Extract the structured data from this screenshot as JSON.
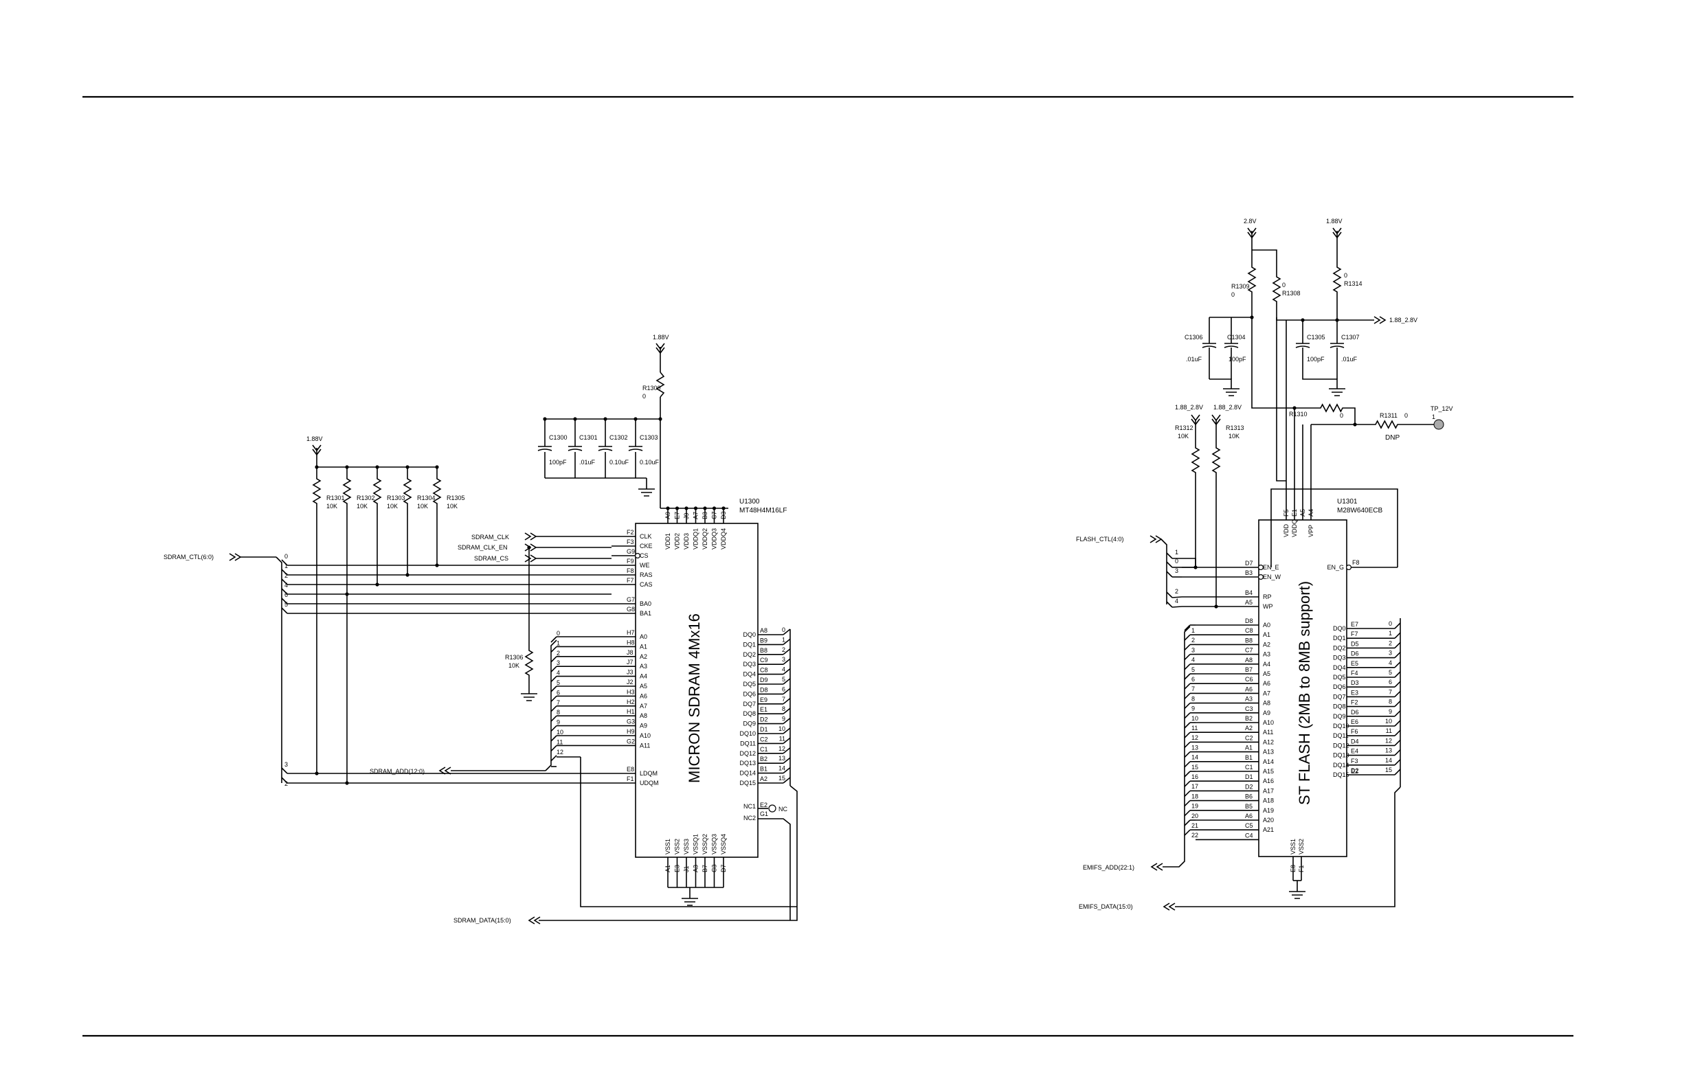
{
  "rails": {
    "v188": "1.88V",
    "v28": "2.8V",
    "v188_28": "1.88_2.8V",
    "tp12v": "TP_12V",
    "dnp": "DNP",
    "one": "1"
  },
  "sdram": {
    "ref": "U1300",
    "part": "MT48H4M16LF",
    "title": "MICRON SDRAM 4Mx16",
    "power_pins": [
      "A9",
      "E7",
      "J9",
      "A7",
      "B3",
      "C7",
      "D3"
    ],
    "power_names": [
      "VDD1",
      "VDD2",
      "VDD3",
      "VDDQ1",
      "VDDQ2",
      "VDDQ3",
      "VDDQ4"
    ],
    "gnd_pins": [
      "A1",
      "E3",
      "J1",
      "A3",
      "B7",
      "C3",
      "D7"
    ],
    "gnd_names": [
      "VSS1",
      "VSS2",
      "VSS3",
      "VSSQ1",
      "VSSQ2",
      "VSSQ3",
      "VSSQ4"
    ],
    "ctl_pins": [
      {
        "pin": "F2",
        "name": "CLK"
      },
      {
        "pin": "F3",
        "name": "CKE"
      },
      {
        "pin": "G9",
        "name": "CS"
      },
      {
        "pin": "F9",
        "name": "WE"
      },
      {
        "pin": "F8",
        "name": "RAS"
      },
      {
        "pin": "F7",
        "name": "CAS"
      },
      {
        "pin": "G7",
        "name": "BA0"
      },
      {
        "pin": "G8",
        "name": "BA1"
      }
    ],
    "addr_pins": [
      {
        "pin": "H7",
        "name": "A0"
      },
      {
        "pin": "H8",
        "name": "A1"
      },
      {
        "pin": "J8",
        "name": "A2"
      },
      {
        "pin": "J7",
        "name": "A3"
      },
      {
        "pin": "J3",
        "name": "A4"
      },
      {
        "pin": "J2",
        "name": "A5"
      },
      {
        "pin": "H3",
        "name": "A6"
      },
      {
        "pin": "H2",
        "name": "A7"
      },
      {
        "pin": "H1",
        "name": "A8"
      },
      {
        "pin": "G3",
        "name": "A9"
      },
      {
        "pin": "H9",
        "name": "A10"
      },
      {
        "pin": "G2",
        "name": "A11"
      }
    ],
    "mask_pins": [
      {
        "pin": "E8",
        "name": "LDQM"
      },
      {
        "pin": "F1",
        "name": "UDQM"
      }
    ],
    "dq_pins": [
      {
        "pin": "A8",
        "name": "DQ0"
      },
      {
        "pin": "B9",
        "name": "DQ1"
      },
      {
        "pin": "B8",
        "name": "DQ2"
      },
      {
        "pin": "C9",
        "name": "DQ3"
      },
      {
        "pin": "C8",
        "name": "DQ4"
      },
      {
        "pin": "D9",
        "name": "DQ5"
      },
      {
        "pin": "D8",
        "name": "DQ6"
      },
      {
        "pin": "E9",
        "name": "DQ7"
      },
      {
        "pin": "E1",
        "name": "DQ8"
      },
      {
        "pin": "D2",
        "name": "DQ9"
      },
      {
        "pin": "D1",
        "name": "DQ10"
      },
      {
        "pin": "C2",
        "name": "DQ11"
      },
      {
        "pin": "C1",
        "name": "DQ12"
      },
      {
        "pin": "B2",
        "name": "DQ13"
      },
      {
        "pin": "B1",
        "name": "DQ14"
      },
      {
        "pin": "A2",
        "name": "DQ15"
      }
    ],
    "nc_pins": [
      {
        "pin": "E2",
        "name": "NC1"
      },
      {
        "pin": "G1",
        "name": "NC2"
      }
    ],
    "nc_label": "NC"
  },
  "sdram_caps": [
    {
      "ref": "C1300",
      "value": "100pF"
    },
    {
      "ref": "C1301",
      "value": ".01uF"
    },
    {
      "ref": "C1302",
      "value": "0.10uF"
    },
    {
      "ref": "C1303",
      "value": "0.10uF"
    }
  ],
  "sdram_resistors": [
    {
      "ref": "R1301",
      "value": "10K"
    },
    {
      "ref": "R1302",
      "value": "10K"
    },
    {
      "ref": "R1303",
      "value": "10K"
    },
    {
      "ref": "R1304",
      "value": "10K"
    },
    {
      "ref": "R1305",
      "value": "10K"
    }
  ],
  "r1300": {
    "ref": "R1300",
    "value": "0"
  },
  "r1306": {
    "ref": "R1306",
    "value": "10K"
  },
  "sdram_nets": {
    "ctl": "SDRAM_CTL(6:0)",
    "clk": "SDRAM_CLK",
    "clk_en": "SDRAM_CLK_EN",
    "cs": "SDRAM_CS",
    "addr": "SDRAM_ADD(12:0)",
    "data": "SDRAM_DATA(15:0)"
  },
  "sdram_ctl_entries": [
    "0",
    "1",
    "2",
    "4",
    "6",
    "5",
    "3",
    "2"
  ],
  "sdram_addr_entries": [
    "0",
    "1",
    "2",
    "3",
    "4",
    "5",
    "6",
    "7",
    "8",
    "9",
    "10",
    "11",
    "12"
  ],
  "sdram_data_entries": [
    "0",
    "1",
    "2",
    "3",
    "4",
    "5",
    "6",
    "7",
    "8",
    "9",
    "10",
    "11",
    "12",
    "13",
    "14",
    "15"
  ],
  "flash": {
    "ref": "U1301",
    "part": "M28W640ECB",
    "title": "ST FLASH (2MB to 8MB support)",
    "power_pins": [
      "F5",
      "E1",
      "A5",
      "A4"
    ],
    "power_names": [
      "VDD",
      "VDDQ",
      "VPP"
    ],
    "gnd_pins": [
      "E8",
      "F1"
    ],
    "gnd_names": [
      "VSS1",
      "VSS2"
    ],
    "ctl_pins": [
      {
        "pin": "D7",
        "name": "EN_E"
      },
      {
        "pin": "B3",
        "name": "EN_W"
      },
      {
        "pin": "B4",
        "name": "RP"
      },
      {
        "pin": "A5",
        "name": "WP"
      }
    ],
    "en_g": {
      "pin": "F8",
      "name": "EN_G"
    },
    "addr_pins": [
      {
        "pin": "D8",
        "name": "A0"
      },
      {
        "pin": "C8",
        "name": "A1"
      },
      {
        "pin": "B8",
        "name": "A2"
      },
      {
        "pin": "C7",
        "name": "A3"
      },
      {
        "pin": "A8",
        "name": "A4"
      },
      {
        "pin": "B7",
        "name": "A5"
      },
      {
        "pin": "C6",
        "name": "A6"
      },
      {
        "pin": "A6",
        "name": "A7"
      },
      {
        "pin": "A3",
        "name": "A8"
      },
      {
        "pin": "C3",
        "name": "A9"
      },
      {
        "pin": "B2",
        "name": "A10"
      },
      {
        "pin": "A2",
        "name": "A11"
      },
      {
        "pin": "C2",
        "name": "A12"
      },
      {
        "pin": "A1",
        "name": "A13"
      },
      {
        "pin": "B1",
        "name": "A14"
      },
      {
        "pin": "C1",
        "name": "A15"
      },
      {
        "pin": "D1",
        "name": "A16"
      },
      {
        "pin": "D2",
        "name": "A17"
      },
      {
        "pin": "B6",
        "name": "A18"
      },
      {
        "pin": "B5",
        "name": "A19"
      },
      {
        "pin": "A6",
        "name": "A20"
      },
      {
        "pin": "C5",
        "name": "A21"
      },
      {
        "pin": "C4",
        "name": ""
      }
    ],
    "dq_pins": [
      {
        "pin": "E7",
        "name": "DQ0"
      },
      {
        "pin": "F7",
        "name": "DQ1"
      },
      {
        "pin": "D5",
        "name": "DQ2"
      },
      {
        "pin": "D6",
        "name": "DQ3"
      },
      {
        "pin": "E5",
        "name": "DQ4"
      },
      {
        "pin": "F4",
        "name": "DQ5"
      },
      {
        "pin": "D3",
        "name": "DQ6"
      },
      {
        "pin": "E3",
        "name": "DQ7"
      },
      {
        "pin": "F2",
        "name": "DQ8"
      },
      {
        "pin": "D6",
        "name": "DQ9"
      },
      {
        "pin": "E6",
        "name": "DQ10"
      },
      {
        "pin": "F6",
        "name": "DQ11"
      },
      {
        "pin": "D4",
        "name": "DQ12"
      },
      {
        "pin": "E4",
        "name": "DQ13"
      },
      {
        "pin": "F3",
        "name": "DQ14"
      },
      {
        "pin": "D2",
        "name": "DQ15"
      }
    ],
    "dq_pins_extra": [
      "E2"
    ]
  },
  "flash_caps": [
    {
      "ref": "C1306",
      "value": ".01uF"
    },
    {
      "ref": "C1304",
      "value": "100pF"
    },
    {
      "ref": "C1305",
      "value": "100pF"
    },
    {
      "ref": "C1307",
      "value": ".01uF"
    }
  ],
  "flash_resistors": [
    {
      "ref": "R1309",
      "value": "0"
    },
    {
      "ref": "R1308",
      "value": "0"
    },
    {
      "ref": "R1314",
      "value": "0"
    },
    {
      "ref": "R1310",
      "value": "0"
    },
    {
      "ref": "R1311",
      "value": "0"
    },
    {
      "ref": "R1312",
      "value": "10K"
    },
    {
      "ref": "R1313",
      "value": "10K"
    }
  ],
  "flash_nets": {
    "ctl": "FLASH_CTL(4:0)",
    "addr": "EMIFS_ADD(22:1)",
    "data": "EMIFS_DATA(15:0)",
    "rail_out": "1.88_2.8V"
  },
  "flash_ctl_entries": [
    "1",
    "0",
    "3",
    "2",
    "4"
  ],
  "flash_addr_entries": [
    "1",
    "2",
    "3",
    "4",
    "5",
    "6",
    "7",
    "8",
    "9",
    "10",
    "11",
    "12",
    "13",
    "14",
    "15",
    "16",
    "17",
    "18",
    "19",
    "20",
    "21",
    "22"
  ],
  "flash_data_entries": [
    "0",
    "1",
    "2",
    "3",
    "4",
    "5",
    "6",
    "7",
    "8",
    "9",
    "10",
    "11",
    "12",
    "13",
    "14",
    "15"
  ]
}
